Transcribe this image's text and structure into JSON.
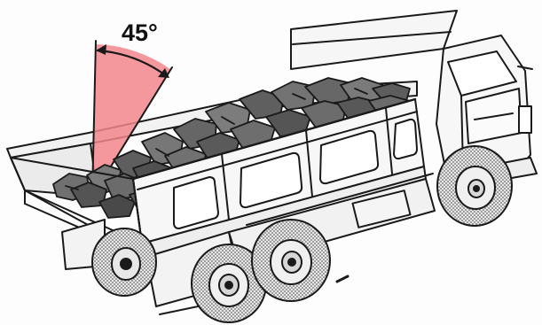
{
  "figure": {
    "angle_label": "45°",
    "icons": [
      "dump-truck-illustration",
      "angle-arc-indicator",
      "rock-load"
    ],
    "colors": {
      "angle_wedge": "#f2868c",
      "line": "#1a1a1a",
      "rock": "#6f6f6f",
      "rock_dark": "#3f3f3f",
      "panel": "#f4f4f4",
      "tyre": "#9a9a9a"
    }
  }
}
